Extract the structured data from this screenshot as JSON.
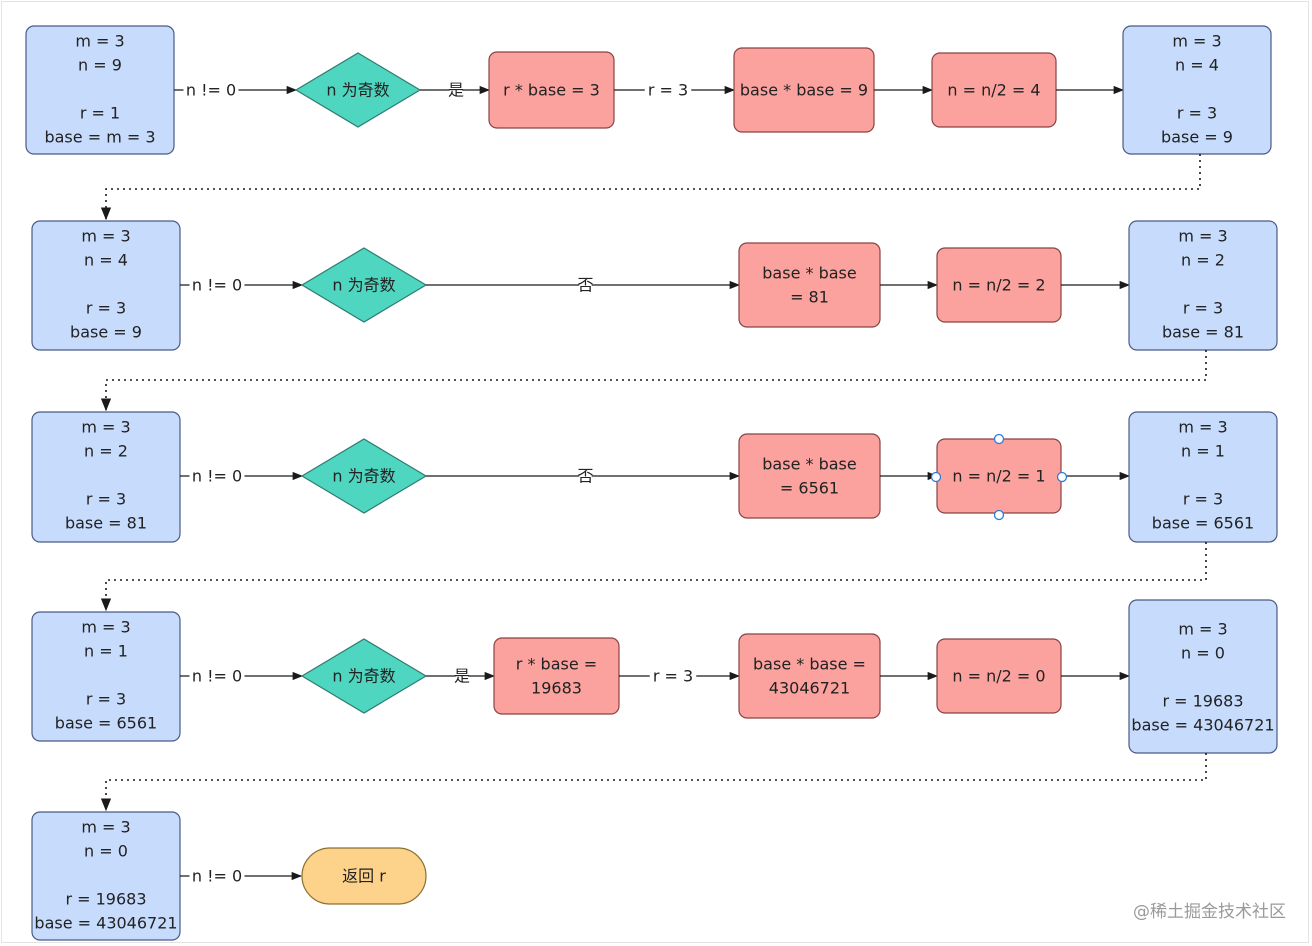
{
  "colors": {
    "state": "#c7dcfd",
    "stateBorder": "#4a5a86",
    "decision": "#4fd6c1",
    "decisionBorder": "#2e7c70",
    "process": "#fba29e",
    "processBorder": "#8a4343",
    "terminal": "#fdd28a",
    "terminalBorder": "#8c7030",
    "line": "#1a1a1a"
  },
  "rows": [
    {
      "start": [
        "m = 3",
        "n = 9",
        "",
        "r = 1",
        "base = m = 3"
      ],
      "cond": "n != 0",
      "decision": "n 为奇数",
      "branch": "是",
      "steps": [
        {
          "lines": [
            "r * base = 3"
          ],
          "label_after": "r = 3"
        },
        {
          "lines": [
            "base * base = 9"
          ],
          "label_after": ""
        },
        {
          "lines": [
            "n = n/2 = 4"
          ],
          "label_after": ""
        }
      ],
      "end": [
        "m = 3",
        "n = 4",
        "",
        "r = 3",
        "base = 9"
      ]
    },
    {
      "start": [
        "m = 3",
        "n = 4",
        "",
        "r = 3",
        "base = 9"
      ],
      "cond": "n != 0",
      "decision": "n 为奇数",
      "branch": "否",
      "steps": [
        {
          "lines": [
            "base * base",
            "= 81"
          ],
          "label_after": ""
        },
        {
          "lines": [
            "n = n/2 = 2"
          ],
          "label_after": ""
        }
      ],
      "end": [
        "m = 3",
        "n = 2",
        "",
        "r = 3",
        "base = 81"
      ]
    },
    {
      "start": [
        "m = 3",
        "n = 2",
        "",
        "r = 3",
        "base = 81"
      ],
      "cond": "n != 0",
      "decision": "n 为奇数",
      "branch": "否",
      "steps": [
        {
          "lines": [
            "base * base",
            "= 6561"
          ],
          "label_after": ""
        },
        {
          "lines": [
            "n = n/2 = 1"
          ],
          "label_after": ""
        }
      ],
      "end": [
        "m = 3",
        "n = 1",
        "",
        "r = 3",
        "base = 6561"
      ]
    },
    {
      "start": [
        "m = 3",
        "n = 1",
        "",
        "r = 3",
        "base = 6561"
      ],
      "cond": "n != 0",
      "decision": "n 为奇数",
      "branch": "是",
      "steps": [
        {
          "lines": [
            "r * base =",
            "19683"
          ],
          "label_after": "r = 3"
        },
        {
          "lines": [
            "base * base =",
            "43046721"
          ],
          "label_after": ""
        },
        {
          "lines": [
            "n = n/2 = 0"
          ],
          "label_after": ""
        }
      ],
      "end": [
        "m = 3",
        "n = 0",
        "",
        "r = 19683",
        "base = 43046721"
      ]
    },
    {
      "start": [
        "m = 3",
        "n = 0",
        "",
        "r = 19683",
        "base = 43046721"
      ],
      "cond": "n != 0",
      "terminal": "返回 r"
    }
  ],
  "watermark": "@稀土掘金技术社区"
}
